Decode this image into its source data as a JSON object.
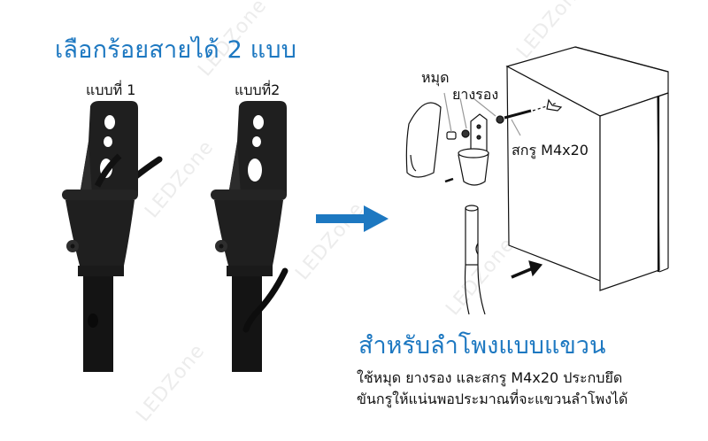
{
  "header": {
    "title": "เลือกร้อยสายได้ 2 แบบ"
  },
  "options": [
    {
      "label": "แบบที่ 1"
    },
    {
      "label": "แบบที่2"
    }
  ],
  "diagram": {
    "labels": {
      "cap": "หมุด",
      "rubber": "ยางรอง",
      "screw": "สกรู M4x20"
    }
  },
  "hanging": {
    "title": "สำหรับลำโพงแบบแขวน",
    "description_lines": [
      "ใช้หมุด ยางรอง และสกรู M4x20 ประกบยึด",
      "ขันกรูให้แน่นพอประมาณที่จะแขวนลำโพงได้"
    ]
  },
  "watermark": "LEDZone",
  "colors": {
    "accent": "#1d78c1",
    "mount": "#1c1c1c"
  }
}
